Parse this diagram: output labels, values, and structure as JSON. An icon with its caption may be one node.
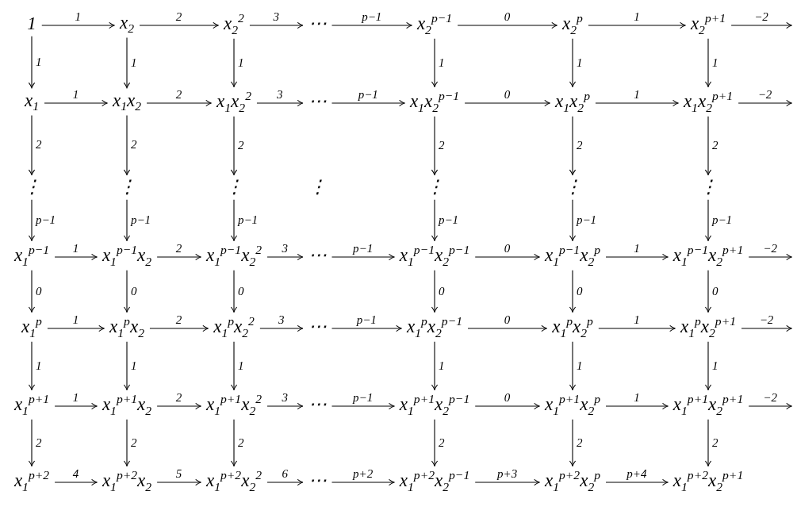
{
  "diagram": {
    "nodes": [
      {
        "text": [
          "1"
        ]
      },
      {
        "text": [
          "x$_{2}$"
        ]
      },
      {
        "text": [
          "x$_{2}$$^{2}$"
        ]
      },
      {
        "text": [
          "⋯"
        ]
      },
      {
        "text": [
          "x$_{2}$$^{p−1}$"
        ]
      },
      {
        "text": [
          "x$_{2}$$^{p}$"
        ]
      },
      {
        "text": [
          "x$_{2}$$^{p+1}$"
        ]
      },
      {
        "text": [
          "x$_{1}$"
        ]
      },
      {
        "text": [
          "x$_{1}$x$_{2}$"
        ]
      },
      {
        "text": [
          "x$_{1}$x$_{2}$$^{2}$"
        ]
      },
      {
        "text": [
          "⋯"
        ]
      },
      {
        "text": [
          "x$_{1}$x$_{2}$$^{p−1}$"
        ]
      },
      {
        "text": [
          "x$_{1}$x$_{2}$$^{p}$"
        ]
      },
      {
        "text": [
          "x$_{1}$x$_{2}$$^{p+1}$"
        ]
      },
      {
        "text": [
          "⋮"
        ]
      },
      {
        "text": [
          "⋮"
        ]
      },
      {
        "text": [
          "⋮"
        ]
      },
      {
        "text": [
          "⋮"
        ]
      },
      {
        "text": [
          "⋮"
        ]
      },
      {
        "text": [
          "⋮"
        ]
      },
      {
        "text": [
          "⋮"
        ]
      },
      {
        "text": [
          "x$_{1}$$^{p−1}$"
        ]
      },
      {
        "text": [
          "x$_{1}$$^{p−1}$x$_{2}$"
        ]
      },
      {
        "text": [
          "x$_{1}$$^{p−1}$x$_{2}$$^{2}$"
        ]
      },
      {
        "text": [
          "⋯"
        ]
      },
      {
        "text": [
          "x$_{1}$$^{p−1}$x$_{2}$$^{p−1}$"
        ]
      },
      {
        "text": [
          "x$_{1}$$^{p−1}$x$_{2}$$^{p}$"
        ]
      },
      {
        "text": [
          "x$_{1}$$^{p−1}$x$_{2}$$^{p+1}$"
        ]
      },
      {
        "text": [
          "x$_{1}$$^{p}$"
        ]
      },
      {
        "text": [
          "x$_{1}$$^{p}$x$_{2}$"
        ]
      },
      {
        "text": [
          "x$_{1}$$^{p}$x$_{2}$$^{2}$"
        ]
      },
      {
        "text": [
          "⋯"
        ]
      },
      {
        "text": [
          "x$_{1}$$^{p}$x$_{2}$$^{p−1}$"
        ]
      },
      {
        "text": [
          "x$_{1}$$^{p}$x$_{2}$$^{p}$"
        ]
      },
      {
        "text": [
          "x$_{1}$$^{p}$x$_{2}$$^{p+1}$"
        ]
      },
      {
        "text": [
          "x$_{1}$$^{p+1}$"
        ]
      },
      {
        "text": [
          "x$_{1}$$^{p+1}$x$_{2}$"
        ]
      },
      {
        "text": [
          "x$_{1}$$^{p+1}$x$_{2}$$^{2}$"
        ]
      },
      {
        "text": [
          "⋯"
        ]
      },
      {
        "text": [
          "x$_{1}$$^{p+1}$x$_{2}$$^{p−1}$"
        ]
      },
      {
        "text": [
          "x$_{1}$$^{p+1}$x$_{2}$$^{p}$"
        ]
      },
      {
        "text": [
          "x$_{1}$$^{p+1}$x$_{2}$$^{p+1}$"
        ]
      },
      {
        "text": [
          "x$_{1}$$^{p+2}$"
        ]
      },
      {
        "text": [
          "x$_{1}$$^{p+2}$x$_{2}$"
        ]
      },
      {
        "text": [
          "x$_{1}$$^{p+2}$x$_{2}$$^{2}$"
        ]
      },
      {
        "text": [
          "⋯"
        ]
      },
      {
        "text": [
          "x$_{1}$$^{p+2}$x$_{2}$$^{p−1}$"
        ]
      },
      {
        "text": [
          "x$_{1}$$^{p+2}$x$_{2}$$^{p}$"
        ]
      },
      {
        "text": [
          "x$_{1}$$^{p+2}$x$_{2}$$^{p+1}$"
        ]
      }
    ],
    "edges": [
      {
        "from": 0,
        "to": 1,
        "arrow": "to",
        "label": "1"
      },
      {
        "from": 1,
        "to": 2,
        "arrow": "to",
        "label": "2"
      },
      {
        "from": 2,
        "to": 3,
        "arrow": "to",
        "label": "3"
      },
      {
        "from": 3,
        "to": 4,
        "arrow": "to",
        "label": "p−1"
      },
      {
        "from": 4,
        "to": 5,
        "arrow": "to",
        "label": "0"
      },
      {
        "from": 5,
        "to": 6,
        "arrow": "to",
        "label": "1"
      },
      {
        "from": 6,
        "to": null,
        "arrow": "to",
        "label": "−2"
      },
      {
        "from": 0,
        "to": 7,
        "arrow": "to",
        "label": "1"
      },
      {
        "from": 1,
        "to": 8,
        "arrow": "to",
        "label": "1"
      },
      {
        "from": 2,
        "to": 9,
        "arrow": "to",
        "label": "1"
      },
      {
        "from": 4,
        "to": 11,
        "arrow": "to",
        "label": "1"
      },
      {
        "from": 5,
        "to": 12,
        "arrow": "to",
        "label": "1"
      },
      {
        "from": 6,
        "to": 13,
        "arrow": "to",
        "label": "1"
      },
      {
        "from": 7,
        "to": 8,
        "arrow": "to",
        "label": "1"
      },
      {
        "from": 8,
        "to": 9,
        "arrow": "to",
        "label": "2"
      },
      {
        "from": 9,
        "to": 10,
        "arrow": "to",
        "label": "3"
      },
      {
        "from": 10,
        "to": 11,
        "arrow": "to",
        "label": "p−1"
      },
      {
        "from": 11,
        "to": 12,
        "arrow": "to",
        "label": "0"
      },
      {
        "from": 12,
        "to": 13,
        "arrow": "to",
        "label": "1"
      },
      {
        "from": 13,
        "to": null,
        "arrow": "to",
        "label": "−2"
      },
      {
        "from": 7,
        "to": 14,
        "arrow": "to",
        "label": "2"
      },
      {
        "from": 8,
        "to": 15,
        "arrow": "to",
        "label": "2"
      },
      {
        "from": 9,
        "to": 16,
        "arrow": "to",
        "label": "2"
      },
      {
        "from": 11,
        "to": 18,
        "arrow": "to",
        "label": "2"
      },
      {
        "from": 12,
        "to": 19,
        "arrow": "to",
        "label": "2"
      },
      {
        "from": 13,
        "to": 20,
        "arrow": "to",
        "label": "2"
      },
      {
        "from": 14,
        "to": 21,
        "arrow": "to",
        "label": "p−1"
      },
      {
        "from": 15,
        "to": 22,
        "arrow": "to",
        "label": "p−1"
      },
      {
        "from": 16,
        "to": 23,
        "arrow": "to",
        "label": "p−1"
      },
      {
        "from": 18,
        "to": 25,
        "arrow": "to",
        "label": "p−1"
      },
      {
        "from": 19,
        "to": 26,
        "arrow": "to",
        "label": "p−1"
      },
      {
        "from": 20,
        "to": 27,
        "arrow": "to",
        "label": "p−1"
      },
      {
        "from": 21,
        "to": 22,
        "arrow": "to",
        "label": "1"
      },
      {
        "from": 22,
        "to": 23,
        "arrow": "to",
        "label": "2"
      },
      {
        "from": 23,
        "to": 24,
        "arrow": "to",
        "label": "3"
      },
      {
        "from": 24,
        "to": 25,
        "arrow": "to",
        "label": "p−1"
      },
      {
        "from": 25,
        "to": 26,
        "arrow": "to",
        "label": "0"
      },
      {
        "from": 26,
        "to": 27,
        "arrow": "to",
        "label": "1"
      },
      {
        "from": 27,
        "to": null,
        "arrow": "to",
        "label": "−2"
      },
      {
        "from": 21,
        "to": 28,
        "arrow": "to",
        "label": "0"
      },
      {
        "from": 22,
        "to": 29,
        "arrow": "to",
        "label": "0"
      },
      {
        "from": 23,
        "to": 30,
        "arrow": "to",
        "label": "0"
      },
      {
        "from": 25,
        "to": 32,
        "arrow": "to",
        "label": "0"
      },
      {
        "from": 26,
        "to": 33,
        "arrow": "to",
        "label": "0"
      },
      {
        "from": 27,
        "to": 34,
        "arrow": "to",
        "label": "0"
      },
      {
        "from": 28,
        "to": 29,
        "arrow": "to",
        "label": "1"
      },
      {
        "from": 29,
        "to": 30,
        "arrow": "to",
        "label": "2"
      },
      {
        "from": 30,
        "to": 31,
        "arrow": "to",
        "label": "3"
      },
      {
        "from": 31,
        "to": 32,
        "arrow": "to",
        "label": "p−1"
      },
      {
        "from": 32,
        "to": 33,
        "arrow": "to",
        "label": "0"
      },
      {
        "from": 33,
        "to": 34,
        "arrow": "to",
        "label": "1"
      },
      {
        "from": 34,
        "to": null,
        "arrow": "to",
        "label": "−2"
      },
      {
        "from": 28,
        "to": 35,
        "arrow": "to",
        "label": "1"
      },
      {
        "from": 29,
        "to": 36,
        "arrow": "to",
        "label": "1"
      },
      {
        "from": 30,
        "to": 37,
        "arrow": "to",
        "label": "1"
      },
      {
        "from": 32,
        "to": 39,
        "arrow": "to",
        "label": "1"
      },
      {
        "from": 33,
        "to": 40,
        "arrow": "to",
        "label": "1"
      },
      {
        "from": 34,
        "to": 41,
        "arrow": "to",
        "label": "1"
      },
      {
        "from": 35,
        "to": 36,
        "arrow": "to",
        "label": "1"
      },
      {
        "from": 36,
        "to": 37,
        "arrow": "to",
        "label": "2"
      },
      {
        "from": 37,
        "to": 38,
        "arrow": "to",
        "label": "3"
      },
      {
        "from": 38,
        "to": 39,
        "arrow": "to",
        "label": "p−1"
      },
      {
        "from": 39,
        "to": 40,
        "arrow": "to",
        "label": "0"
      },
      {
        "from": 40,
        "to": 41,
        "arrow": "to",
        "label": "1"
      },
      {
        "from": 41,
        "to": null,
        "arrow": "to",
        "label": "−2"
      },
      {
        "from": 35,
        "to": 42,
        "arrow": "to",
        "label": "2"
      },
      {
        "from": 36,
        "to": 43,
        "arrow": "to",
        "label": "2"
      },
      {
        "from": 37,
        "to": 44,
        "arrow": "to",
        "label": "2"
      },
      {
        "from": 39,
        "to": 46,
        "arrow": "to",
        "label": "2"
      },
      {
        "from": 40,
        "to": 47,
        "arrow": "to",
        "label": "2"
      },
      {
        "from": 41,
        "to": 48,
        "arrow": "to",
        "label": "2"
      },
      {
        "from": 42,
        "to": 43,
        "arrow": "to",
        "label": "4"
      },
      {
        "from": 43,
        "to": 44,
        "arrow": "to",
        "label": "5"
      },
      {
        "from": 44,
        "to": 45,
        "arrow": "to",
        "label": "6"
      },
      {
        "from": 45,
        "to": 46,
        "arrow": "to",
        "label": "p+2"
      },
      {
        "from": 46,
        "to": 47,
        "arrow": "to",
        "label": "p+3"
      },
      {
        "from": 47,
        "to": 48,
        "arrow": "to",
        "label": "p+4"
      }
    ]
  }
}
